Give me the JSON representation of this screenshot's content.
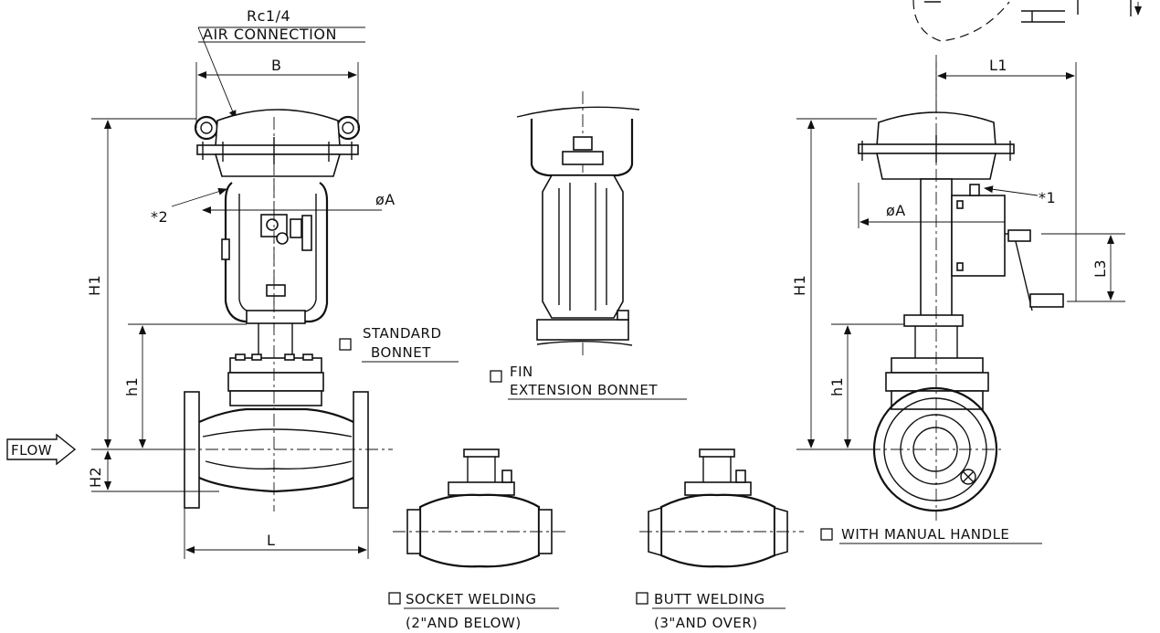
{
  "labels": {
    "rc": "Rc1/4",
    "air_connection": "AIR CONNECTION",
    "b": "B",
    "phi_a_left": "øA",
    "phi_a_right": "øA",
    "note_2": "*2",
    "note_1": "*1",
    "h1_upper_left": "H1",
    "h1_lower_left": "h1",
    "h2": "H2",
    "l": "L",
    "flow": "FLOW",
    "l1": "L1",
    "l3": "L3",
    "h1_upper_right": "H1",
    "h1_lower_right": "h1"
  },
  "options": {
    "standard_bonnet": [
      "STANDARD",
      "BONNET"
    ],
    "fin_bonnet": [
      "FIN",
      "EXTENSION BONNET"
    ],
    "socket_welding": [
      "SOCKET WELDING",
      "(2\"AND BELOW)"
    ],
    "butt_welding": [
      "BUTT WELDING",
      "(3\"AND OVER)"
    ],
    "manual_handle": [
      "WITH MANUAL HANDLE"
    ]
  }
}
